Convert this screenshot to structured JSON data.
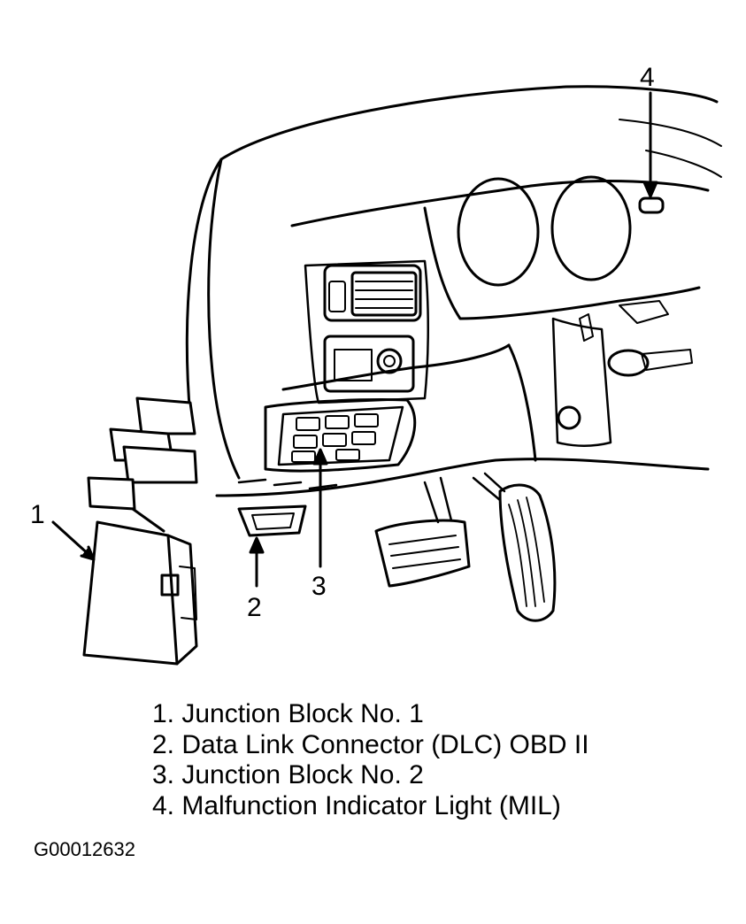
{
  "callouts": [
    "1",
    "2",
    "3",
    "4"
  ],
  "legend": [
    {
      "number": "1.",
      "text": "Junction Block No. 1"
    },
    {
      "number": "2.",
      "text": "Data Link Connector (DLC) OBD II"
    },
    {
      "number": "3.",
      "text": "Junction Block No. 2"
    },
    {
      "number": "4.",
      "text": "Malfunction Indicator Light (MIL)"
    }
  ],
  "figure_code": "G00012632",
  "line_color": "#000000",
  "background": "#ffffff"
}
